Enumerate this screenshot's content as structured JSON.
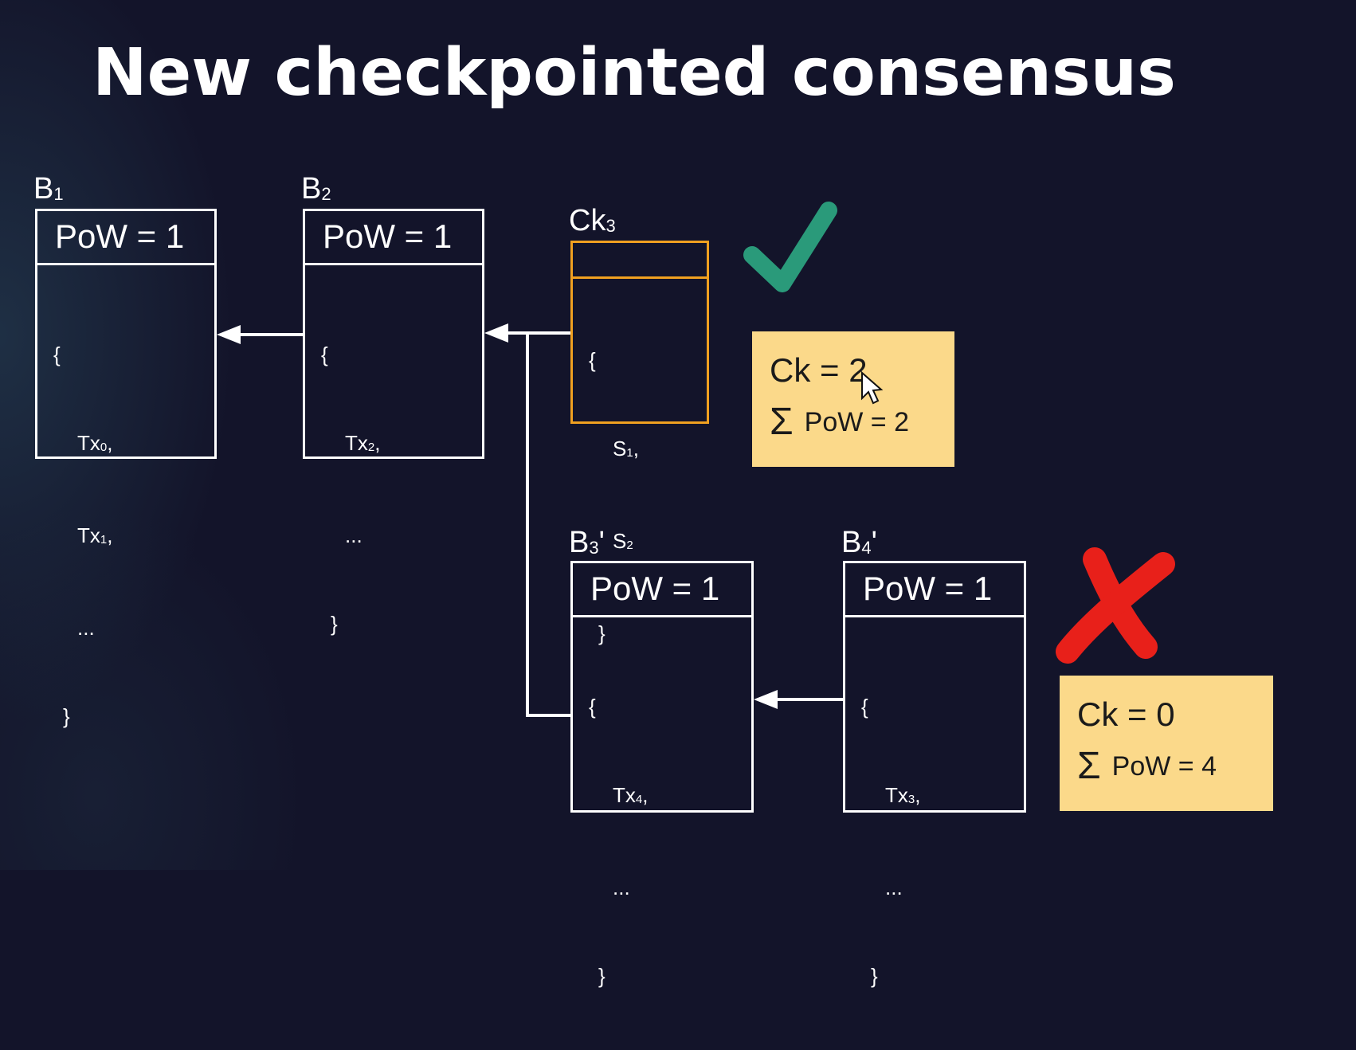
{
  "title": "New checkpointed consensus",
  "blocks": [
    {
      "label": "B",
      "sub": "1",
      "pow": "PoW = 1",
      "lines": [
        "{",
        "Tx",
        "Tx",
        "...",
        "}"
      ],
      "subs": [
        "",
        "0",
        "1",
        "",
        ""
      ],
      "suffix": [
        "",
        ",",
        ",",
        "",
        ""
      ]
    },
    {
      "label": "B",
      "sub": "2",
      "pow": "PoW = 1",
      "lines": [
        "{",
        "Tx",
        "...",
        "}"
      ],
      "subs": [
        "",
        "2",
        "",
        ""
      ],
      "suffix": [
        "",
        ",",
        "",
        ""
      ]
    },
    {
      "label": "B",
      "sub": "3",
      "prime": "'",
      "pow": "PoW = 1",
      "lines": [
        "{",
        "Tx",
        "...",
        "}"
      ],
      "subs": [
        "",
        "4",
        "",
        ""
      ],
      "suffix": [
        "",
        ",",
        "",
        ""
      ]
    },
    {
      "label": "B",
      "sub": "4",
      "prime": "'",
      "pow": "PoW = 1",
      "lines": [
        "{",
        "Tx",
        "...",
        "}"
      ],
      "subs": [
        "",
        "3",
        "",
        ""
      ],
      "suffix": [
        "",
        ",",
        "",
        ""
      ]
    }
  ],
  "checkpoint": {
    "label": "Ck",
    "sub": "3",
    "lines": [
      "{",
      "S",
      "S",
      "}"
    ],
    "subs": [
      "",
      "1",
      "2",
      ""
    ],
    "suffix": [
      "",
      ",",
      "",
      ""
    ]
  },
  "notes": [
    {
      "ck": "Ck = 2",
      "sigma": "Σ",
      "pow": "PoW = 2"
    },
    {
      "ck": "Ck = 0",
      "sigma": "Σ",
      "pow": "PoW = 4"
    }
  ],
  "colors": {
    "background": "#13142a",
    "checkpoint_border": "#f0a020",
    "note_fill": "#fbd98a",
    "check": "#2a9a7a",
    "cross": "#e8201a"
  },
  "icons": {
    "accept": "check-mark-icon",
    "reject": "cross-mark-icon",
    "cursor": "mouse-cursor-icon"
  }
}
